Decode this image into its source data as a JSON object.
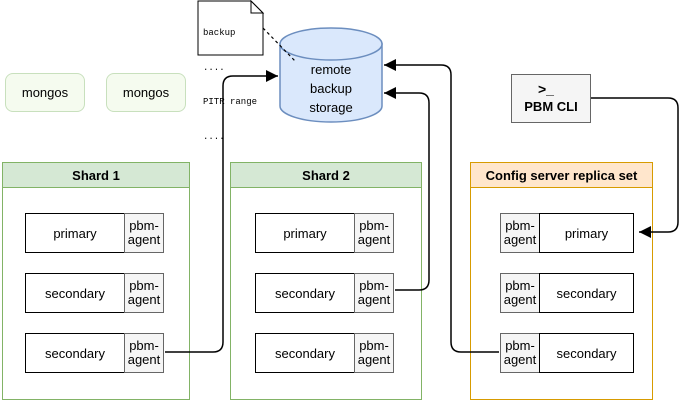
{
  "palette": {
    "green_fill": "#d5e8d4",
    "green_stroke": "#82b366",
    "orange_fill": "#ffe6cc",
    "orange_stroke": "#d79b00",
    "blue_fill": "#dae8fc",
    "blue_stroke": "#6c8ebf",
    "gray_fill": "#f5f5f5",
    "gray_stroke": "#666666",
    "mongos_fill": "#f5fbef",
    "mongos_stroke": "#c8e0bd"
  },
  "mongos": [
    {
      "label": "mongos"
    },
    {
      "label": "mongos"
    }
  ],
  "note": {
    "lines": [
      "backup",
      "....",
      "PITR range",
      "...."
    ]
  },
  "storage": {
    "label": "remote\nbackup\nstorage"
  },
  "pbm_cli": {
    "prompt": ">_",
    "label": "PBM CLI"
  },
  "columns": [
    {
      "title": "Shard 1",
      "rows": [
        {
          "node": "primary",
          "agent": "pbm-agent"
        },
        {
          "node": "secondary",
          "agent": "pbm-agent"
        },
        {
          "node": "secondary",
          "agent": "pbm-agent"
        }
      ]
    },
    {
      "title": "Shard 2",
      "rows": [
        {
          "node": "primary",
          "agent": "pbm-agent"
        },
        {
          "node": "secondary",
          "agent": "pbm-agent"
        },
        {
          "node": "secondary",
          "agent": "pbm-agent"
        }
      ]
    },
    {
      "title": "Config server replica set",
      "rows": [
        {
          "node": "primary",
          "agent": "pbm-agent"
        },
        {
          "node": "secondary",
          "agent": "pbm-agent"
        },
        {
          "node": "secondary",
          "agent": "pbm-agent"
        }
      ]
    }
  ]
}
